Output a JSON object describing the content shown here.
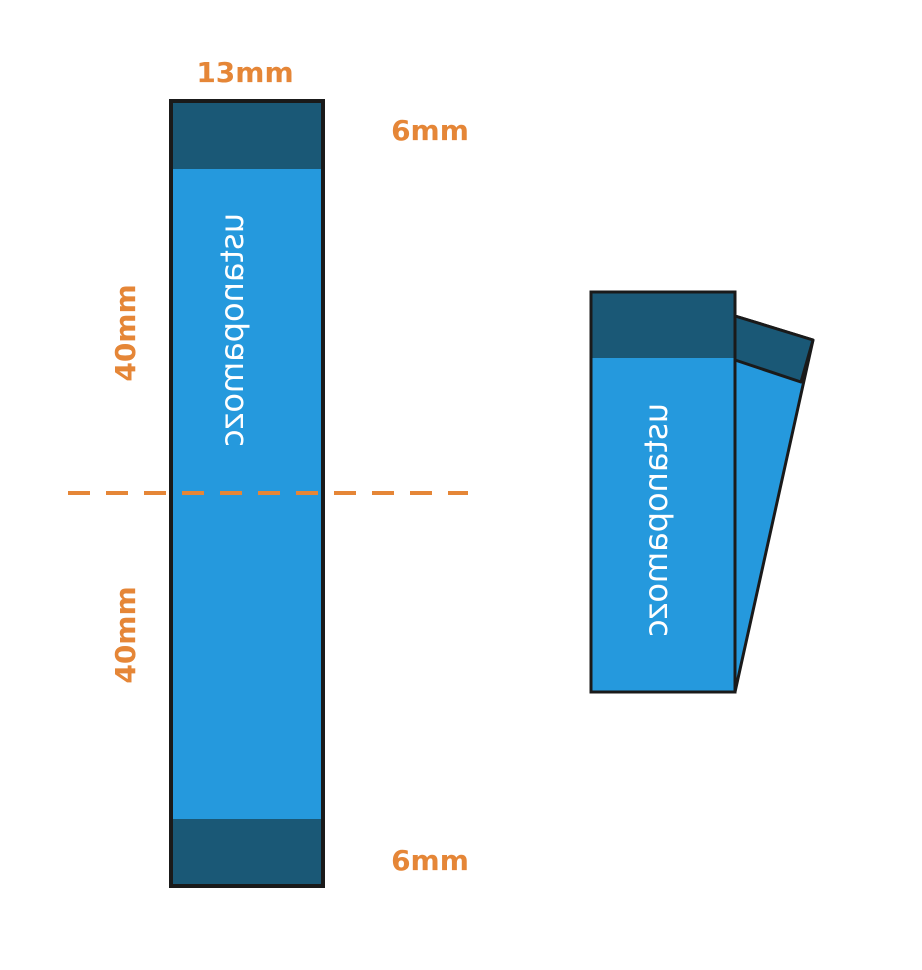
{
  "colors": {
    "band": "#1a5876",
    "body": "#2599dd",
    "outline": "#1a1a1a",
    "dimension": "#e58637",
    "label_text": "#ffffff"
  },
  "dimensions": {
    "width": "13mm",
    "top_band": "6mm",
    "bottom_band": "6mm",
    "upper_length": "40mm",
    "lower_length": "40mm"
  },
  "label": {
    "text": "ustanopamozc"
  }
}
